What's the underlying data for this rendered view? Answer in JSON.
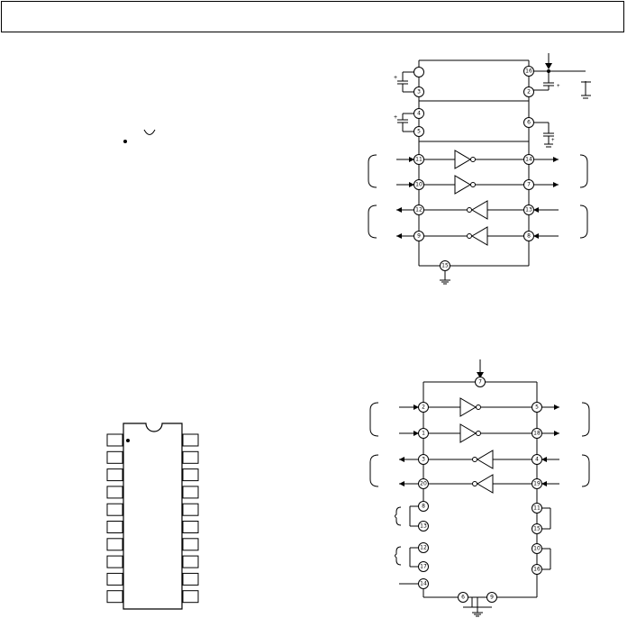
{
  "header": {
    "title": ""
  },
  "top_circuit": {
    "pins": {
      "vplus": "16",
      "c1a": "",
      "c1b": "3",
      "c2a": "2",
      "c2b": "4",
      "c2c": "5",
      "c3": "6",
      "t1in": "11",
      "t2in": "10",
      "t1out": "14",
      "t2out": "7",
      "r1out": "12",
      "r2out": "9",
      "r1in": "13",
      "r2in": "8",
      "gnd": "15"
    }
  },
  "bottom_circuit": {
    "pins": {
      "top": "7",
      "t1in": "2",
      "t2in": "1",
      "t1out": "5",
      "t2out": "18",
      "r1out": "3",
      "r2out": "20",
      "r1in": "4",
      "r2in": "19",
      "l8": "8",
      "l13": "13",
      "l12": "12",
      "l17": "17",
      "l14": "14",
      "r11": "11",
      "r15": "15",
      "r10": "10",
      "r16": "16",
      "b6": "6",
      "b9": "9"
    }
  }
}
